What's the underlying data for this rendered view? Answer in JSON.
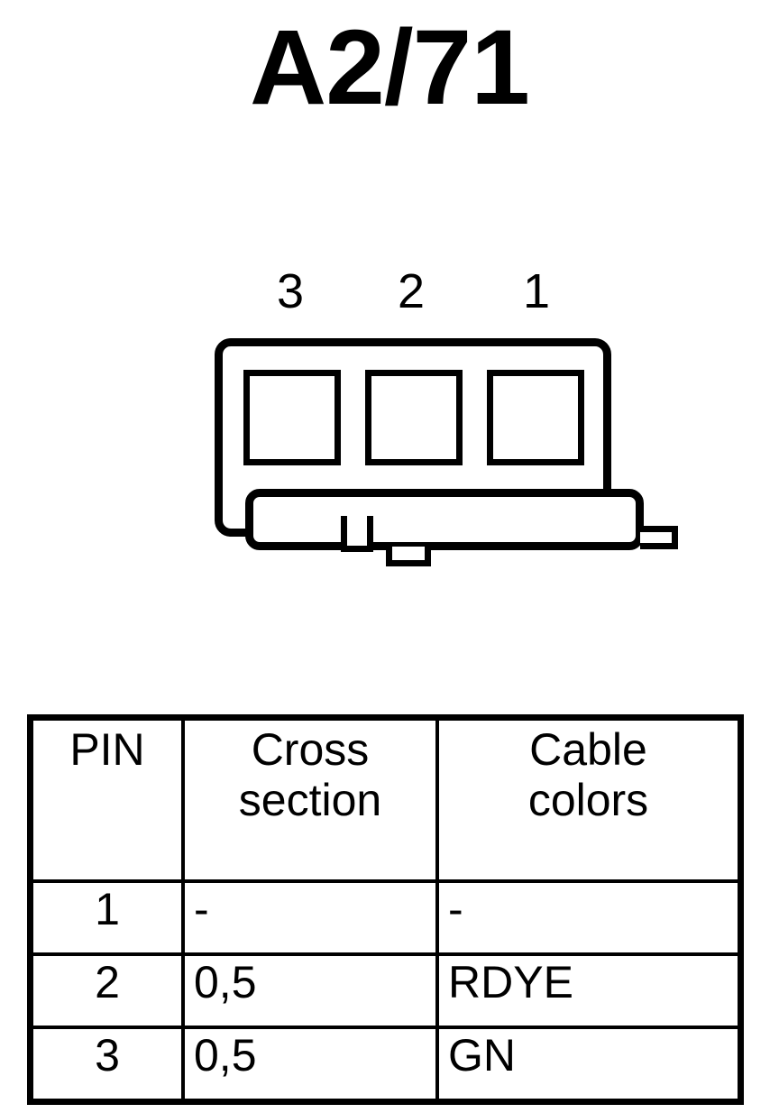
{
  "title": "A2/71",
  "connector": {
    "pin_labels": [
      "3",
      "2",
      "1"
    ],
    "cavity_count": 3
  },
  "table": {
    "headers": {
      "pin": "PIN",
      "cross_section": "Cross\nsection",
      "cross_section_line1": "Cross",
      "cross_section_line2": "section",
      "cable_colors": "Cable\ncolors",
      "cable_colors_line1": "Cable",
      "cable_colors_line2": "colors"
    },
    "rows": [
      {
        "pin": "1",
        "cross_section": "-",
        "cable_colors": "-"
      },
      {
        "pin": "2",
        "cross_section": "0,5",
        "cable_colors": "RDYE"
      },
      {
        "pin": "3",
        "cross_section": "0,5",
        "cable_colors": "GN"
      }
    ]
  },
  "colors": {
    "ink": "#000000",
    "background": "#ffffff"
  }
}
